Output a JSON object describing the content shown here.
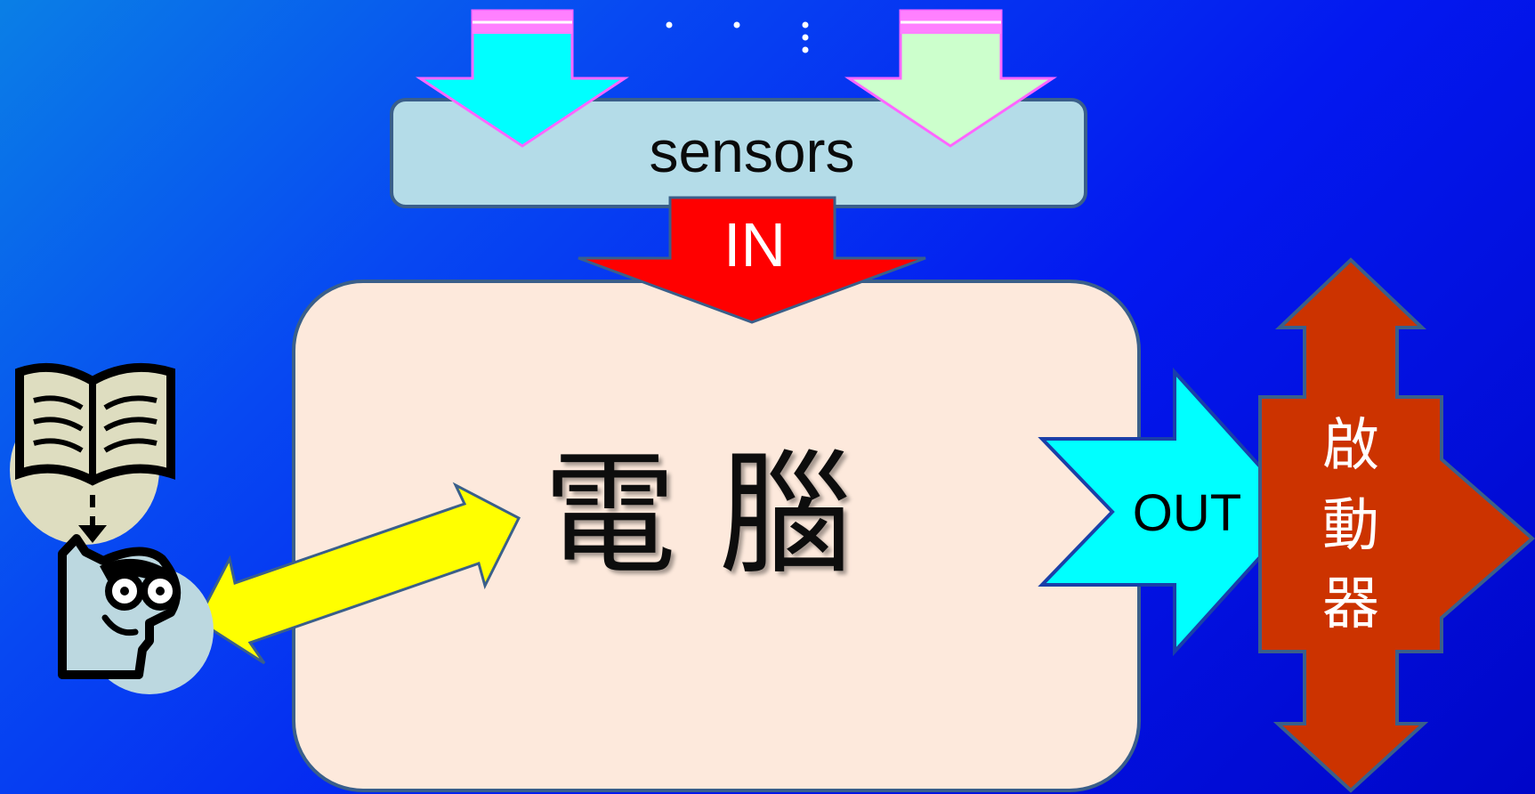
{
  "labels": {
    "sensors": "sensors",
    "input": "IN",
    "computer": "電 腦",
    "output": "OUT",
    "actuator_1": "啟",
    "actuator_2": "動",
    "actuator_3": "器"
  },
  "colors": {
    "background_start": "#0a7fe6",
    "background_end": "#0006c8",
    "sensor_bar": "#b4dce8",
    "computer_box": "#fde9dc",
    "in_arrow": "#ff0000",
    "out_arrow": "#00ffff",
    "actuator": "#cc3300",
    "user_arrow": "#ffff00",
    "input_arrow_left": "#00ffff",
    "input_arrow_right": "#ccffcc",
    "input_arrow_outline": "#ff66ff"
  },
  "icons": [
    "book-icon",
    "reader-face-icon",
    "ellipsis-dots"
  ]
}
